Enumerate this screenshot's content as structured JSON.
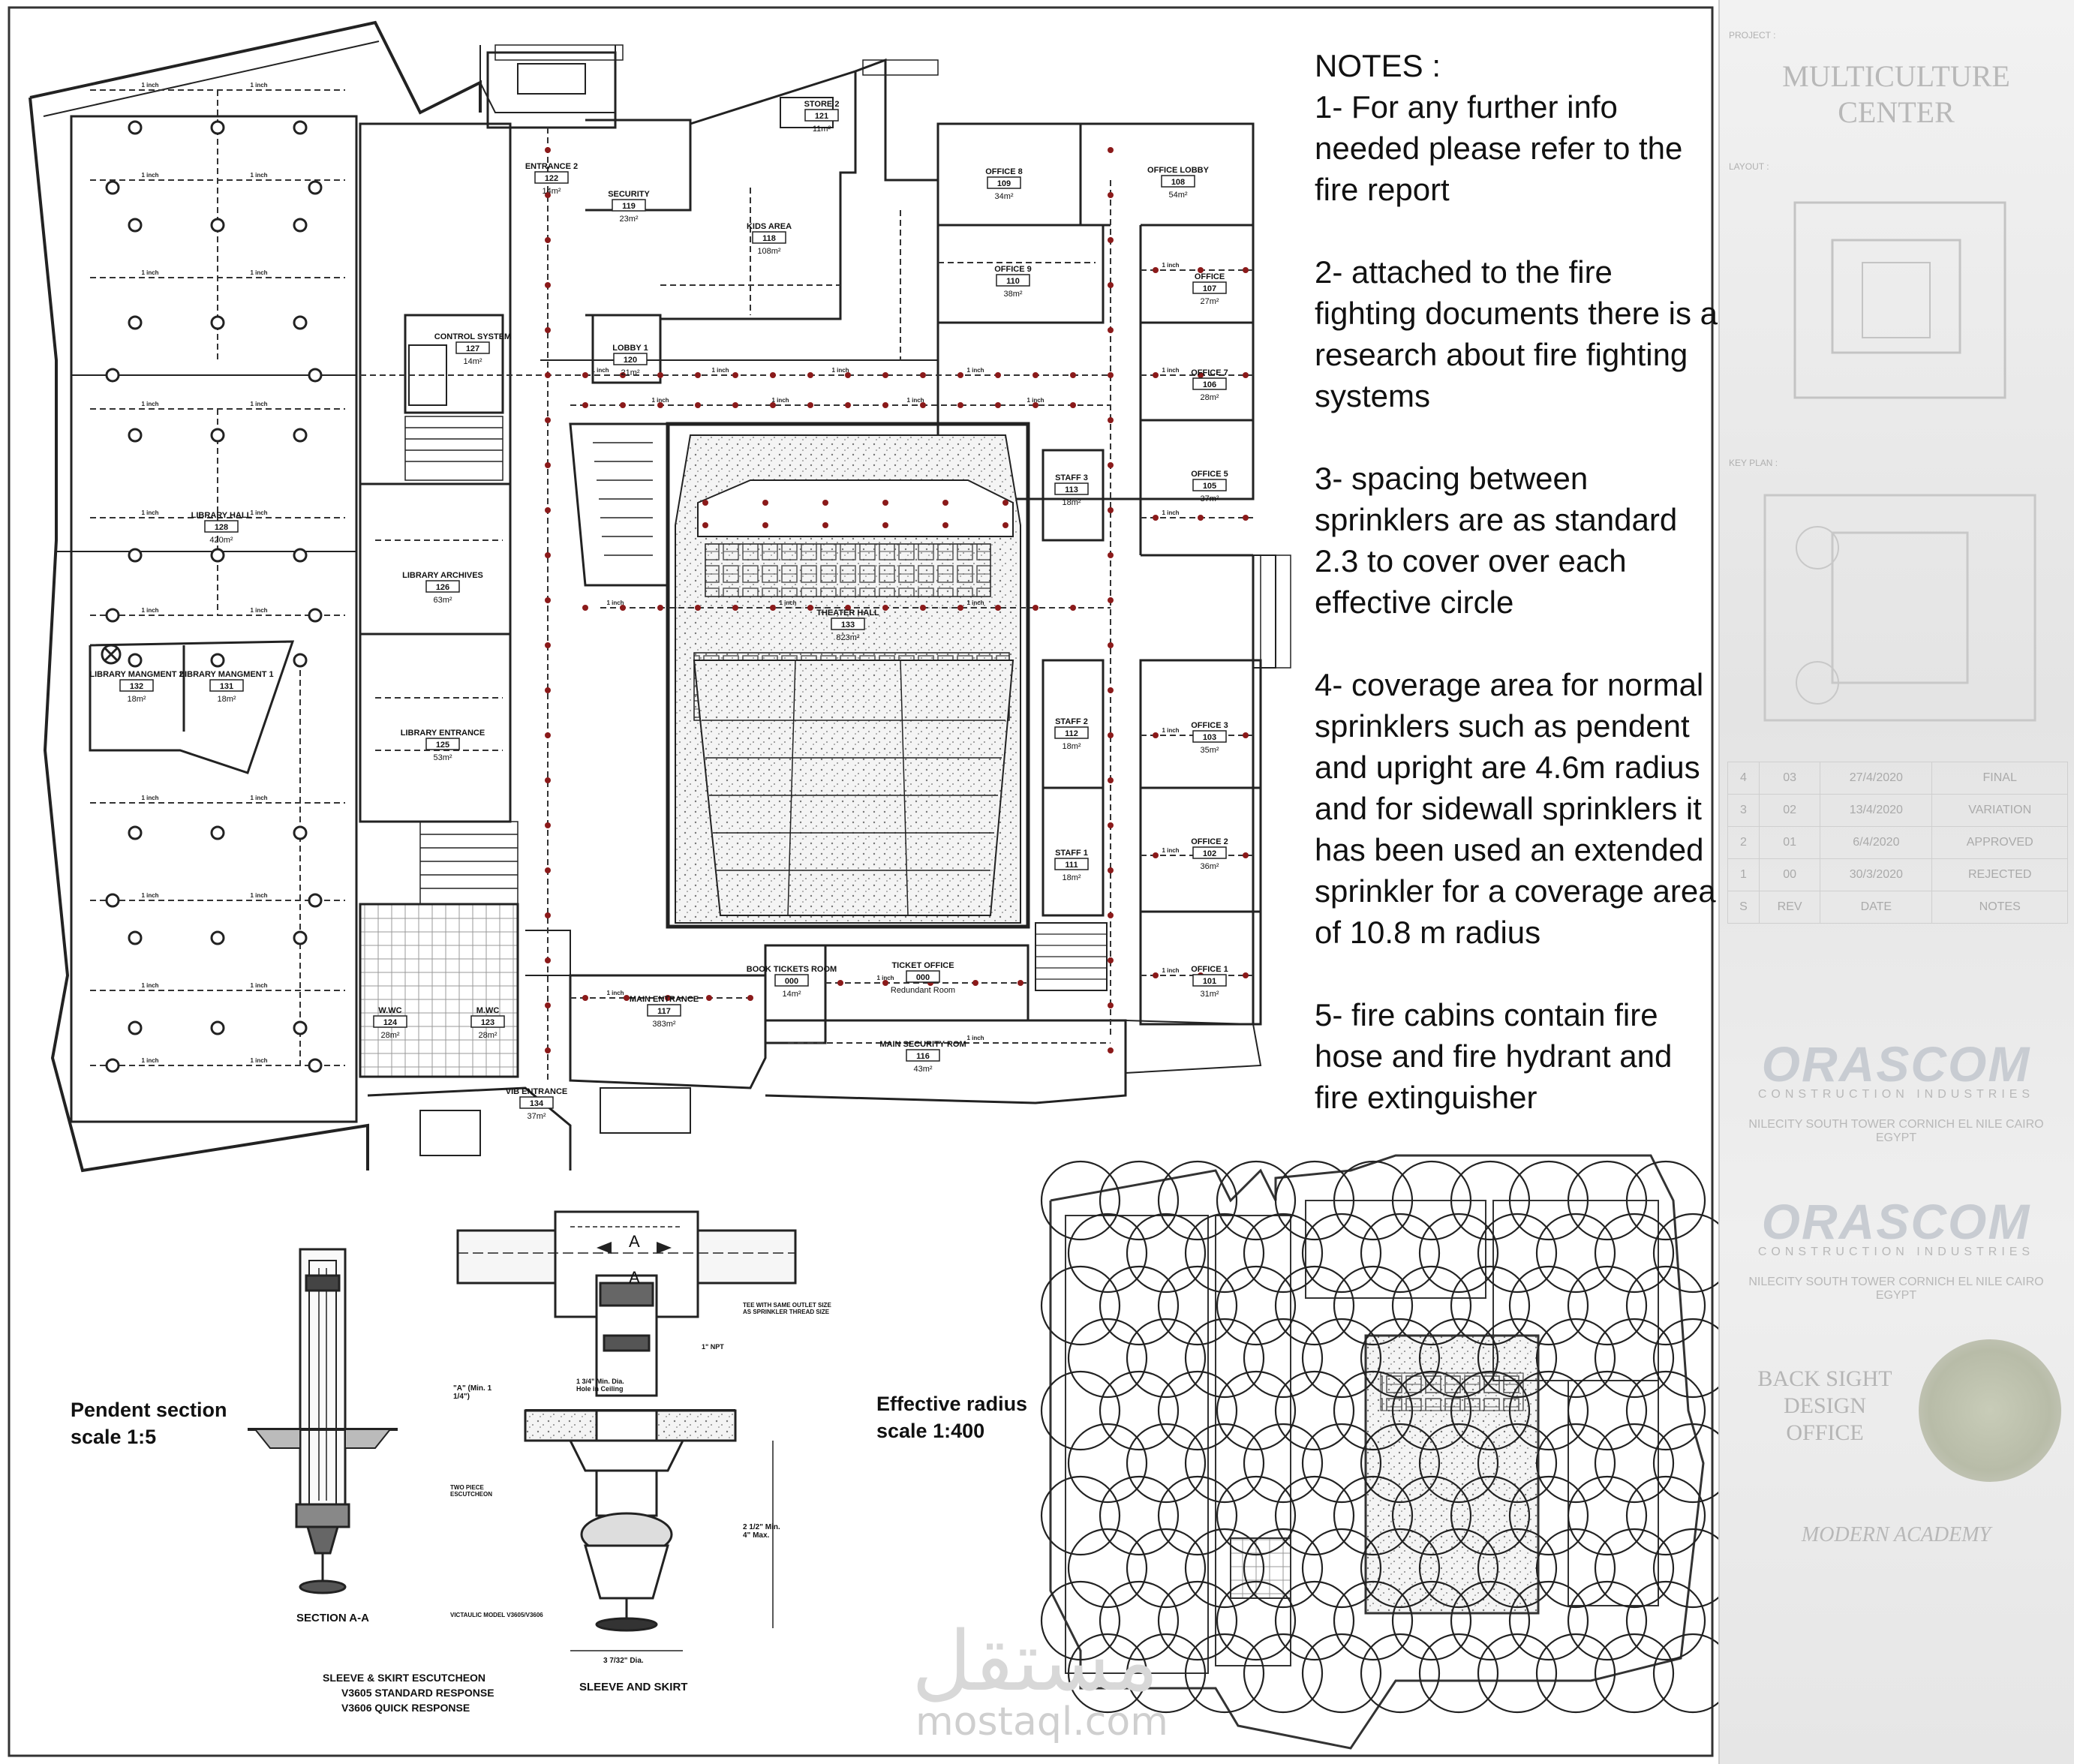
{
  "notes": {
    "heading": "NOTES :",
    "items": [
      "1- For any further info needed please refer to the fire report",
      "2- attached to the fire fighting documents there is a research about fire fighting systems",
      "3- spacing between sprinklers are as standard 2.3 to cover over each effective circle",
      "4- coverage area for normal sprinklers such as pendent and upright are 4.6m radius and for sidewall sprinklers it has been used an extended sprinkler for a coverage area of 10.8 m radius",
      "5- fire cabins contain fire hose and fire hydrant and fire extinguisher"
    ]
  },
  "rooms": [
    {
      "name": "LIBRARY HALL",
      "num": "128",
      "area": "420m²"
    },
    {
      "name": "ENTRANCE 2",
      "num": "122",
      "area": "14m²"
    },
    {
      "name": "SECURITY",
      "num": "119",
      "area": "23m²"
    },
    {
      "name": "KIDS AREA",
      "num": "118",
      "area": "108m²"
    },
    {
      "name": "STORE 2",
      "num": "121",
      "area": "11m²"
    },
    {
      "name": "OFFICE 8",
      "num": "109",
      "area": "34m²"
    },
    {
      "name": "OFFICE LOBBY",
      "num": "108",
      "area": "54m²"
    },
    {
      "name": "OFFICE 9",
      "num": "110",
      "area": "38m²"
    },
    {
      "name": "OFFICE",
      "num": "107",
      "area": "27m²"
    },
    {
      "name": "CONTROL SYSTEM",
      "num": "127",
      "area": "14m²"
    },
    {
      "name": "LOBBY 1",
      "num": "120",
      "area": "21m²"
    },
    {
      "name": "OFFICE 7",
      "num": "106",
      "area": "28m²"
    },
    {
      "name": "STAFF 3",
      "num": "113",
      "area": "18m²"
    },
    {
      "name": "OFFICE 5",
      "num": "105",
      "area": "37m²"
    },
    {
      "name": "LIBRARY ARCHIVES",
      "num": "126",
      "area": "63m²"
    },
    {
      "name": "THEATER HALL",
      "num": "133",
      "area": "823m²"
    },
    {
      "name": "LIBRARY MANGMENT 2",
      "num": "132",
      "area": "18m²"
    },
    {
      "name": "LIBRARY MANGMENT 1",
      "num": "131",
      "area": "18m²"
    },
    {
      "name": "LIBRARY ENTRANCE",
      "num": "125",
      "area": "53m²"
    },
    {
      "name": "STAFF 2",
      "num": "112",
      "area": "18m²"
    },
    {
      "name": "OFFICE 3",
      "num": "103",
      "area": "35m²"
    },
    {
      "name": "OFFICE 2",
      "num": "102",
      "area": "36m²"
    },
    {
      "name": "STAFF 1",
      "num": "111",
      "area": "18m²"
    },
    {
      "name": "OFFICE 1",
      "num": "101",
      "area": "31m²"
    },
    {
      "name": "W.WC",
      "num": "124",
      "area": "28m²"
    },
    {
      "name": "M.WC",
      "num": "123",
      "area": "28m²"
    },
    {
      "name": "MAIN ENTRANCE",
      "num": "117",
      "area": "383m²"
    },
    {
      "name": "BOOK TICKETS ROOM",
      "num": "000",
      "area": "14m²"
    },
    {
      "name": "TICKET OFFICE",
      "num": "000",
      "area": "Redundant Room"
    },
    {
      "name": "MAIN SECURITY ROM",
      "num": "116",
      "area": "43m²"
    },
    {
      "name": "VIB ENTRANCE",
      "num": "134",
      "area": "37m²"
    }
  ],
  "pipe_label": "1 inch",
  "captions": {
    "pendent": "Pendent section",
    "pendent_scale": "scale 1:5",
    "effective": "Effective radius",
    "effective_scale": "scale 1:400",
    "section_aa": "SECTION A-A",
    "sleeve_title_1": "SLEEVE & SKIRT ESCUTCHEON",
    "sleeve_title_2": "V3605 STANDARD RESPONSE",
    "sleeve_title_3": "V3606 QUICK RESPONSE",
    "sleeve_and_skirt": "SLEEVE AND SKIRT",
    "section_marker": "A",
    "dim_a": "\"A\" (Min. 1 1/4\")",
    "dim_hole": "1 3/4\" Min. Dia. Hole in Ceiling",
    "dim_npt": "1\" NPT",
    "dim_drop": "2 1/2\" Min. 4\" Max.",
    "dim_dia": "3 7/32\" Dia.",
    "tee_note": "TEE WITH SAME OUTLET SIZE AS SPRINKLER THREAD SIZE",
    "two_piece": "TWO PIECE ESCUTCHEON",
    "victaulic": "VICTAULIC MODEL V3605/V3606"
  },
  "titleblock": {
    "project_label": "PROJECT :",
    "project": "MULTICULTURE CENTER",
    "layout_label": "LAYOUT :",
    "keyplan_label": "KEY PLAN :",
    "revisions": [
      [
        "4",
        "03",
        "27/4/2020",
        "FINAL"
      ],
      [
        "3",
        "02",
        "13/4/2020",
        "VARIATION"
      ],
      [
        "2",
        "01",
        "6/4/2020",
        "APPROVED"
      ],
      [
        "1",
        "00",
        "30/3/2020",
        "REJECTED"
      ]
    ],
    "rev_header": [
      "S",
      "REV",
      "DATE",
      "NOTES"
    ],
    "brand": "ORASCOM",
    "brand_sub": "CONSTRUCTION INDUSTRIES",
    "address": "NILECITY SOUTH TOWER CORNICH EL NILE CAIRO EGYPT",
    "office_1": "BACK SIGHT",
    "office_2": "DESIGN",
    "office_3": "OFFICE",
    "academy": "MODERN ACADEMY"
  },
  "watermark": {
    "arabic": "مستقل",
    "latin": "mostaql.com"
  }
}
